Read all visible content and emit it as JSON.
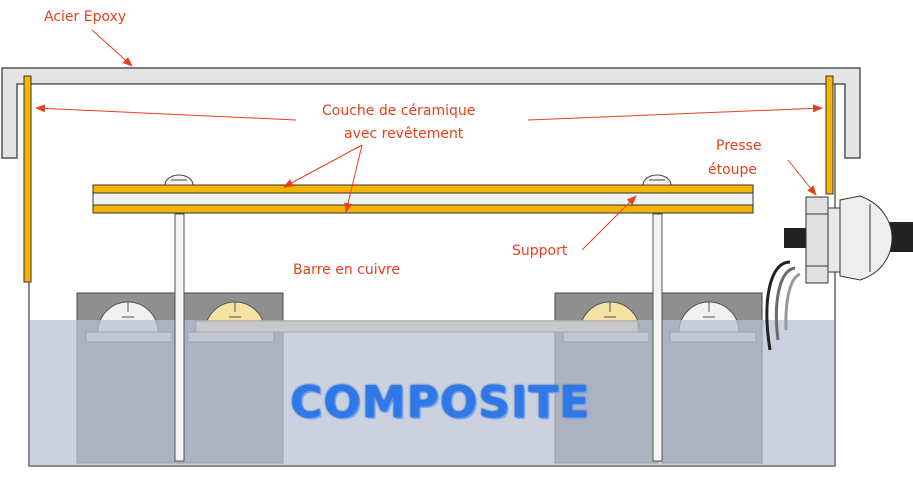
{
  "labels": {
    "acier_epoxy": "Acier Epoxy",
    "couche_ceramique_line1": "Couche de céramique",
    "couche_ceramique_line2": "avec revêtement",
    "presse_line1": "Presse",
    "presse_line2": "étoupe",
    "support": "Support",
    "barre_cuivre": "Barre en cuivre",
    "composite": "COMPOSITE"
  },
  "colors": {
    "label": "#e8401c",
    "ceramic_layer": "#f4b400",
    "composite_fill": "#c4c9d6",
    "composite_text": "#2f78e8",
    "enclosure_outline": "#555555"
  }
}
